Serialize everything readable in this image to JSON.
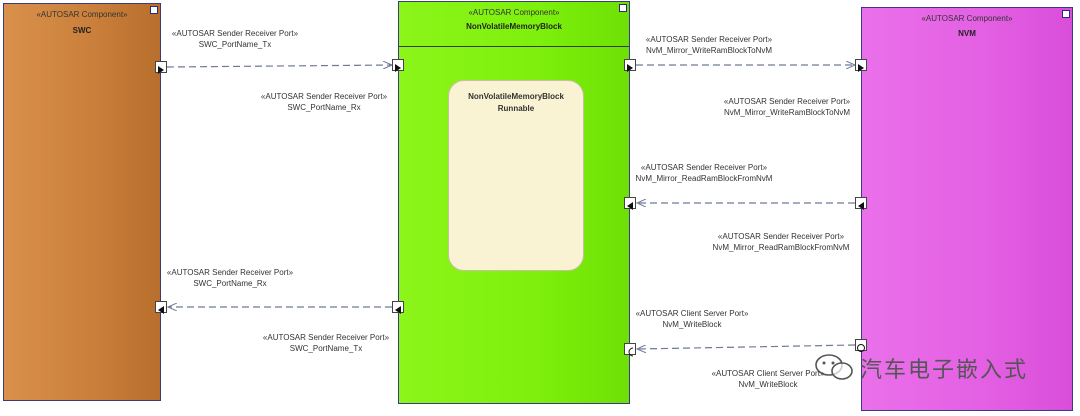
{
  "components": {
    "swc": {
      "stereotype": "«AUTOSAR Component»",
      "name": "SWC"
    },
    "nvb": {
      "stereotype": "«AUTOSAR Component»",
      "name": "NonVolatileMemoryBlock"
    },
    "nvm": {
      "stereotype": "«AUTOSAR Component»",
      "name": "NVM"
    }
  },
  "runnable": {
    "line1": "NonVolatileMemoryBlock",
    "line2": "Runnable"
  },
  "port_labels": {
    "swc_tx": {
      "stereotype": "«AUTOSAR Sender Receiver Port»",
      "name": "SWC_PortName_Tx"
    },
    "nvb_rx": {
      "stereotype": "«AUTOSAR Sender Receiver Port»",
      "name": "SWC_PortName_Rx"
    },
    "swc_rx": {
      "stereotype": "«AUTOSAR Sender Receiver Port»",
      "name": "SWC_PortName_Rx"
    },
    "nvb_tx": {
      "stereotype": "«AUTOSAR Sender Receiver Port»",
      "name": "SWC_PortName_Tx"
    },
    "nvb_write": {
      "stereotype": "«AUTOSAR Sender Receiver Port»",
      "name": "NvM_Mirror_WriteRamBlockToNvM"
    },
    "nvm_write": {
      "stereotype": "«AUTOSAR Sender Receiver Port»",
      "name": "NvM_Mirror_WriteRamBlockToNvM"
    },
    "nvb_read": {
      "stereotype": "«AUTOSAR Sender Receiver Port»",
      "name": "NvM_Mirror_ReadRamBlockFromNvM"
    },
    "nvm_read": {
      "stereotype": "«AUTOSAR Sender Receiver Port»",
      "name": "NvM_Mirror_ReadRamBlockFromNvM"
    },
    "nvb_client": {
      "stereotype": "«AUTOSAR Client Server Port»",
      "name": "NvM_WriteBlock"
    },
    "nvm_server": {
      "stereotype": "«AUTOSAR Client Server Port»",
      "name": "NvM_WriteBlock"
    }
  },
  "watermark": "汽车电子嵌入式",
  "colors": {
    "swc": "#c97f3a",
    "nvb": "#7ef00c",
    "nvm": "#e35fe3",
    "runnable": "#f9f3d3",
    "connector": "#6e7a96"
  }
}
